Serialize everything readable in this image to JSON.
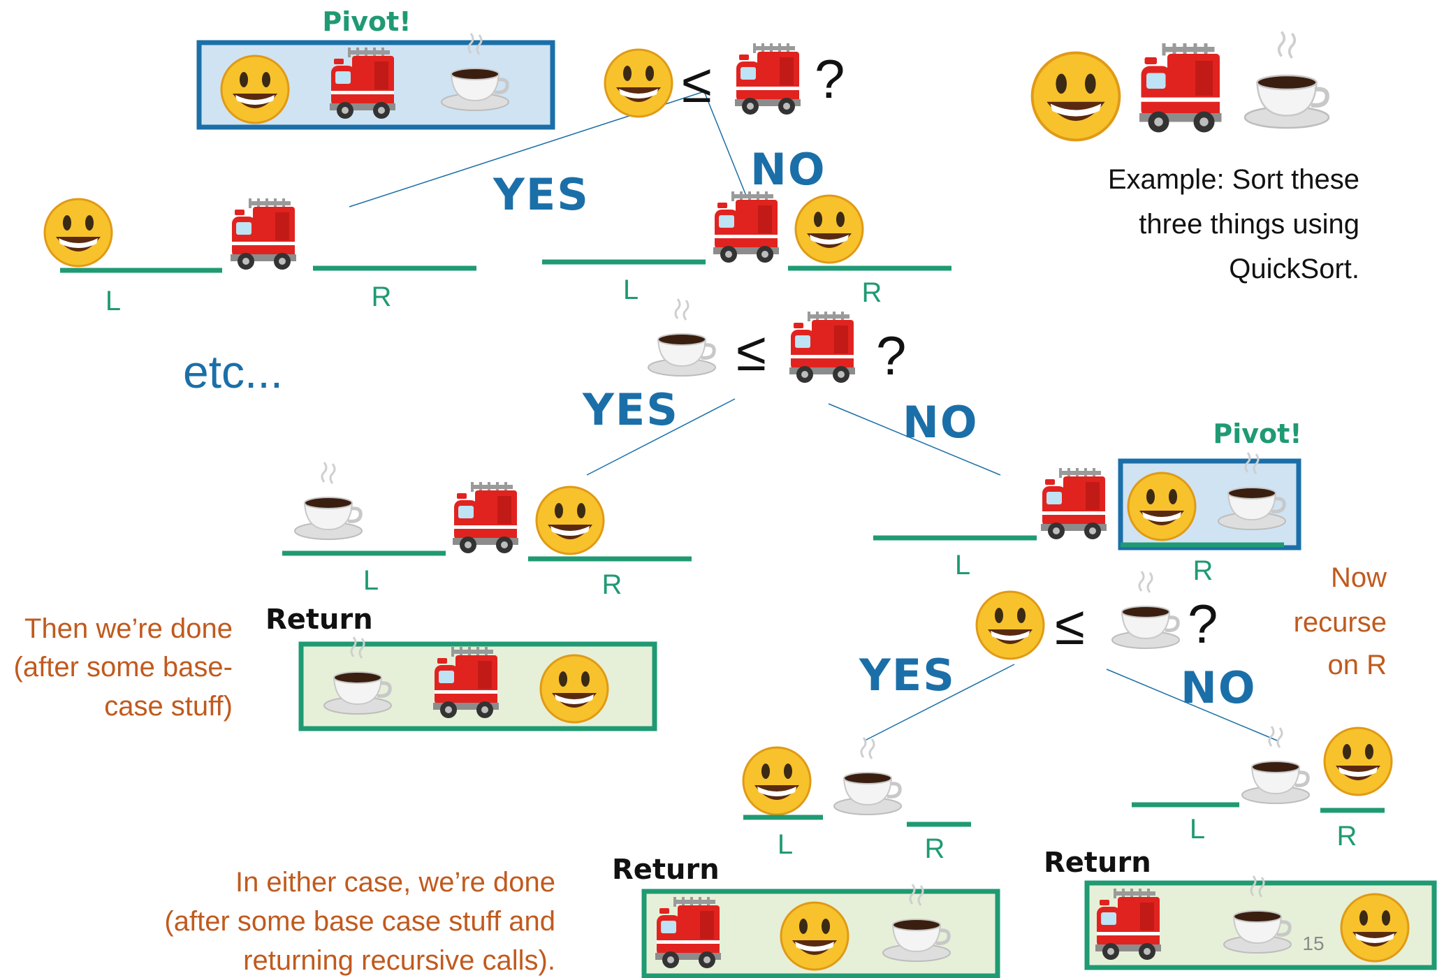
{
  "labels": {
    "pivot": "Pivot!",
    "yes": "YES",
    "no": "NO",
    "left": "L",
    "right": "R",
    "return": "Return",
    "etc": "etc...",
    "le": "≤",
    "question": "?"
  },
  "example": [
    "Example: Sort these",
    "three things using",
    "QuickSort."
  ],
  "then_done": [
    "Then we’re done",
    "(after some base-",
    "case stuff)"
  ],
  "recurse": [
    "Now",
    "recurse",
    "on R"
  ],
  "either_case": [
    "In either case, we’re done",
    "(after some base case stuff and",
    "returning recursive calls)."
  ],
  "page_number": "15",
  "icons": [
    "smiley-icon",
    "fire-truck-icon",
    "coffee-cup-icon"
  ],
  "colors": {
    "green": "#1f9a73",
    "blue": "#1b6fa8",
    "orange": "#c05a1e",
    "pivot_box_fill": "#cfe3f3",
    "return_box_fill": "#e6f0d8"
  }
}
